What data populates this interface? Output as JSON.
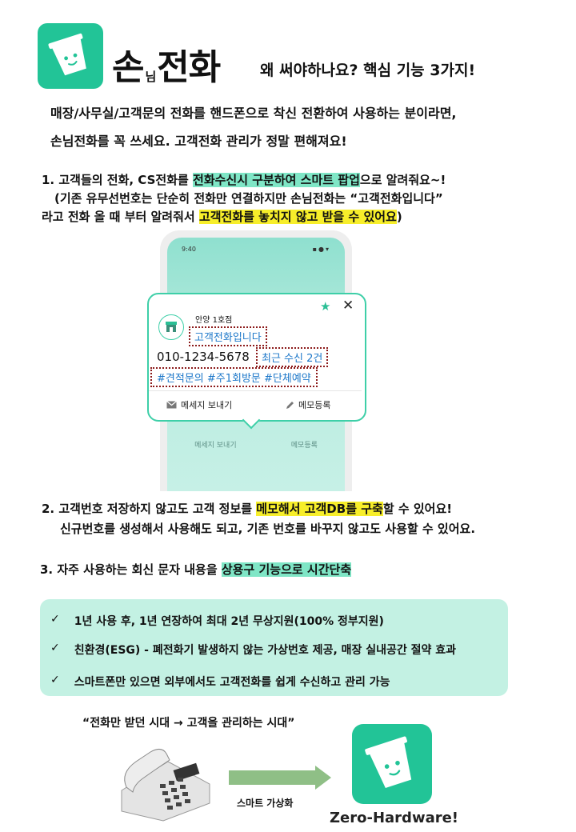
{
  "header": {
    "brand_big_1": "손",
    "brand_small": "님",
    "brand_big_2": "전화",
    "tagline": "왜 써야하나요? 핵심 기능 3가지!"
  },
  "intro": {
    "line1": "매장/사무실/고객문의 전화를 핸드폰으로 착신 전환하여 사용하는 분이라면,",
    "line2": "손님전화를 꼭 쓰세요. 고객전화 관리가 정말 편해져요!"
  },
  "point1": {
    "l1_a": "1. 고객들의 전화, CS전화를 ",
    "l1_hl": "전화수신시 구분하여 스마트 팝업",
    "l1_b": "으로 알려줘요~!",
    "l2": "(기존 유무선번호는 단순히 전화만 연결하지만 손님전화는 “고객전화입니다”",
    "l3_a": "라고 전화 올 때 부터 알려줘서 ",
    "l3_hl": "고객전화를 놓치지 않고 받을 수 있어요",
    "l3_b": ")"
  },
  "phone": {
    "time": "9:40",
    "status_icons": "▪●▾",
    "ghost_msg": "메세지 보내기",
    "ghost_memo": "메모등록"
  },
  "popup": {
    "store_name": "안양 1호점",
    "tag_customer": "고객전화입니다",
    "number": "010-1234-5678",
    "tag_recent": "최근 수신 2건",
    "tag_memo": "#견적문의 #주1회방문 #단체예약",
    "btn_message": "메세지 보내기",
    "btn_memo": "메모등록",
    "star": "★",
    "close": "✕"
  },
  "point2": {
    "l1_a": "2. 고객번호 저장하지 않고도 고객 정보를 ",
    "l1_hl": "메모해서 고객DB를 구축",
    "l1_b": "할 수 있어요!",
    "l2": "신규번호를 생성해서 사용해도 되고, 기존 번호를 바꾸지 않고도 사용할 수 있어요."
  },
  "point3": {
    "l1_a": "3. 자주 사용하는 회신 문자 내용을 ",
    "l1_hl": "상용구 기능으로 시간단축"
  },
  "checklist": {
    "mark": "✓",
    "items": [
      "1년 사용 후, 1년 연장하여 최대 2년 무상지원(100% 정부지원)",
      "친환경(ESG) - 폐전화기 발생하지 않는 가상번호 제공, 매장 실내공간 절약 효과",
      "스마트폰만 있으면 외부에서도 고객전화를 쉽게 수신하고 관리 가능"
    ]
  },
  "footer": {
    "quote": "“전화만 받던 시대 → 고객을 관리하는 시대”",
    "arrow_label": "스마트 가상화",
    "slogan": "Zero-Hardware!"
  },
  "colors": {
    "brand_green": "#22c497",
    "highlight_green": "#7fe6c6",
    "highlight_yellow": "#f7ee2a",
    "check_box_bg": "#c3f1e3"
  }
}
